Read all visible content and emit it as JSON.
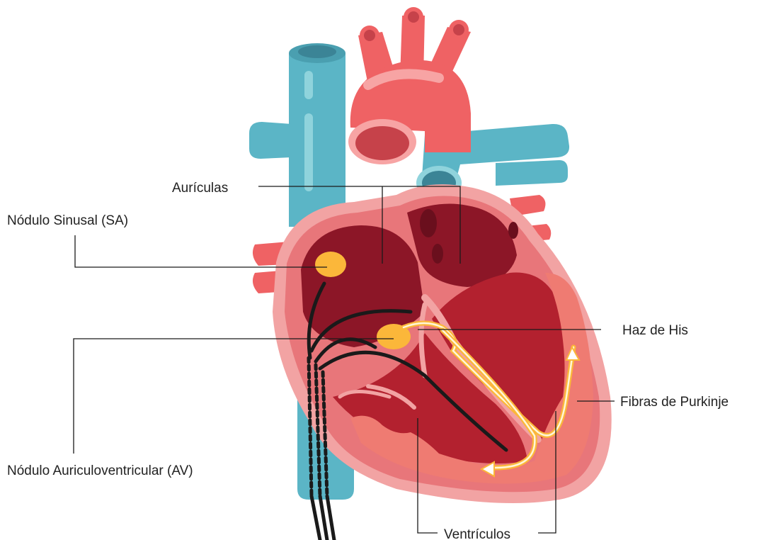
{
  "labels": {
    "auriculas": "Aurículas",
    "sa_node": "Nódulo Sinusal (SA)",
    "his_bundle": "Haz de His",
    "purkinje": "Fibras de Purkinje",
    "av_node": "Nódulo Auriculoventricular  (AV)",
    "ventricles": "Ventrículos"
  },
  "colors": {
    "vein_blue": "#5bb5c6",
    "vein_light": "#8fd3dc",
    "aorta_red": "#ef6264",
    "aorta_dark": "#c6424a",
    "heart_outer": "#f2a3a3",
    "heart_wall": "#e8767a",
    "chamber_dark": "#8c1627",
    "chamber_mid": "#b3212f",
    "node_yellow": "#fbb73a",
    "wire_black": "#1a1a1a"
  },
  "icons": [
    "heart-illustration"
  ]
}
